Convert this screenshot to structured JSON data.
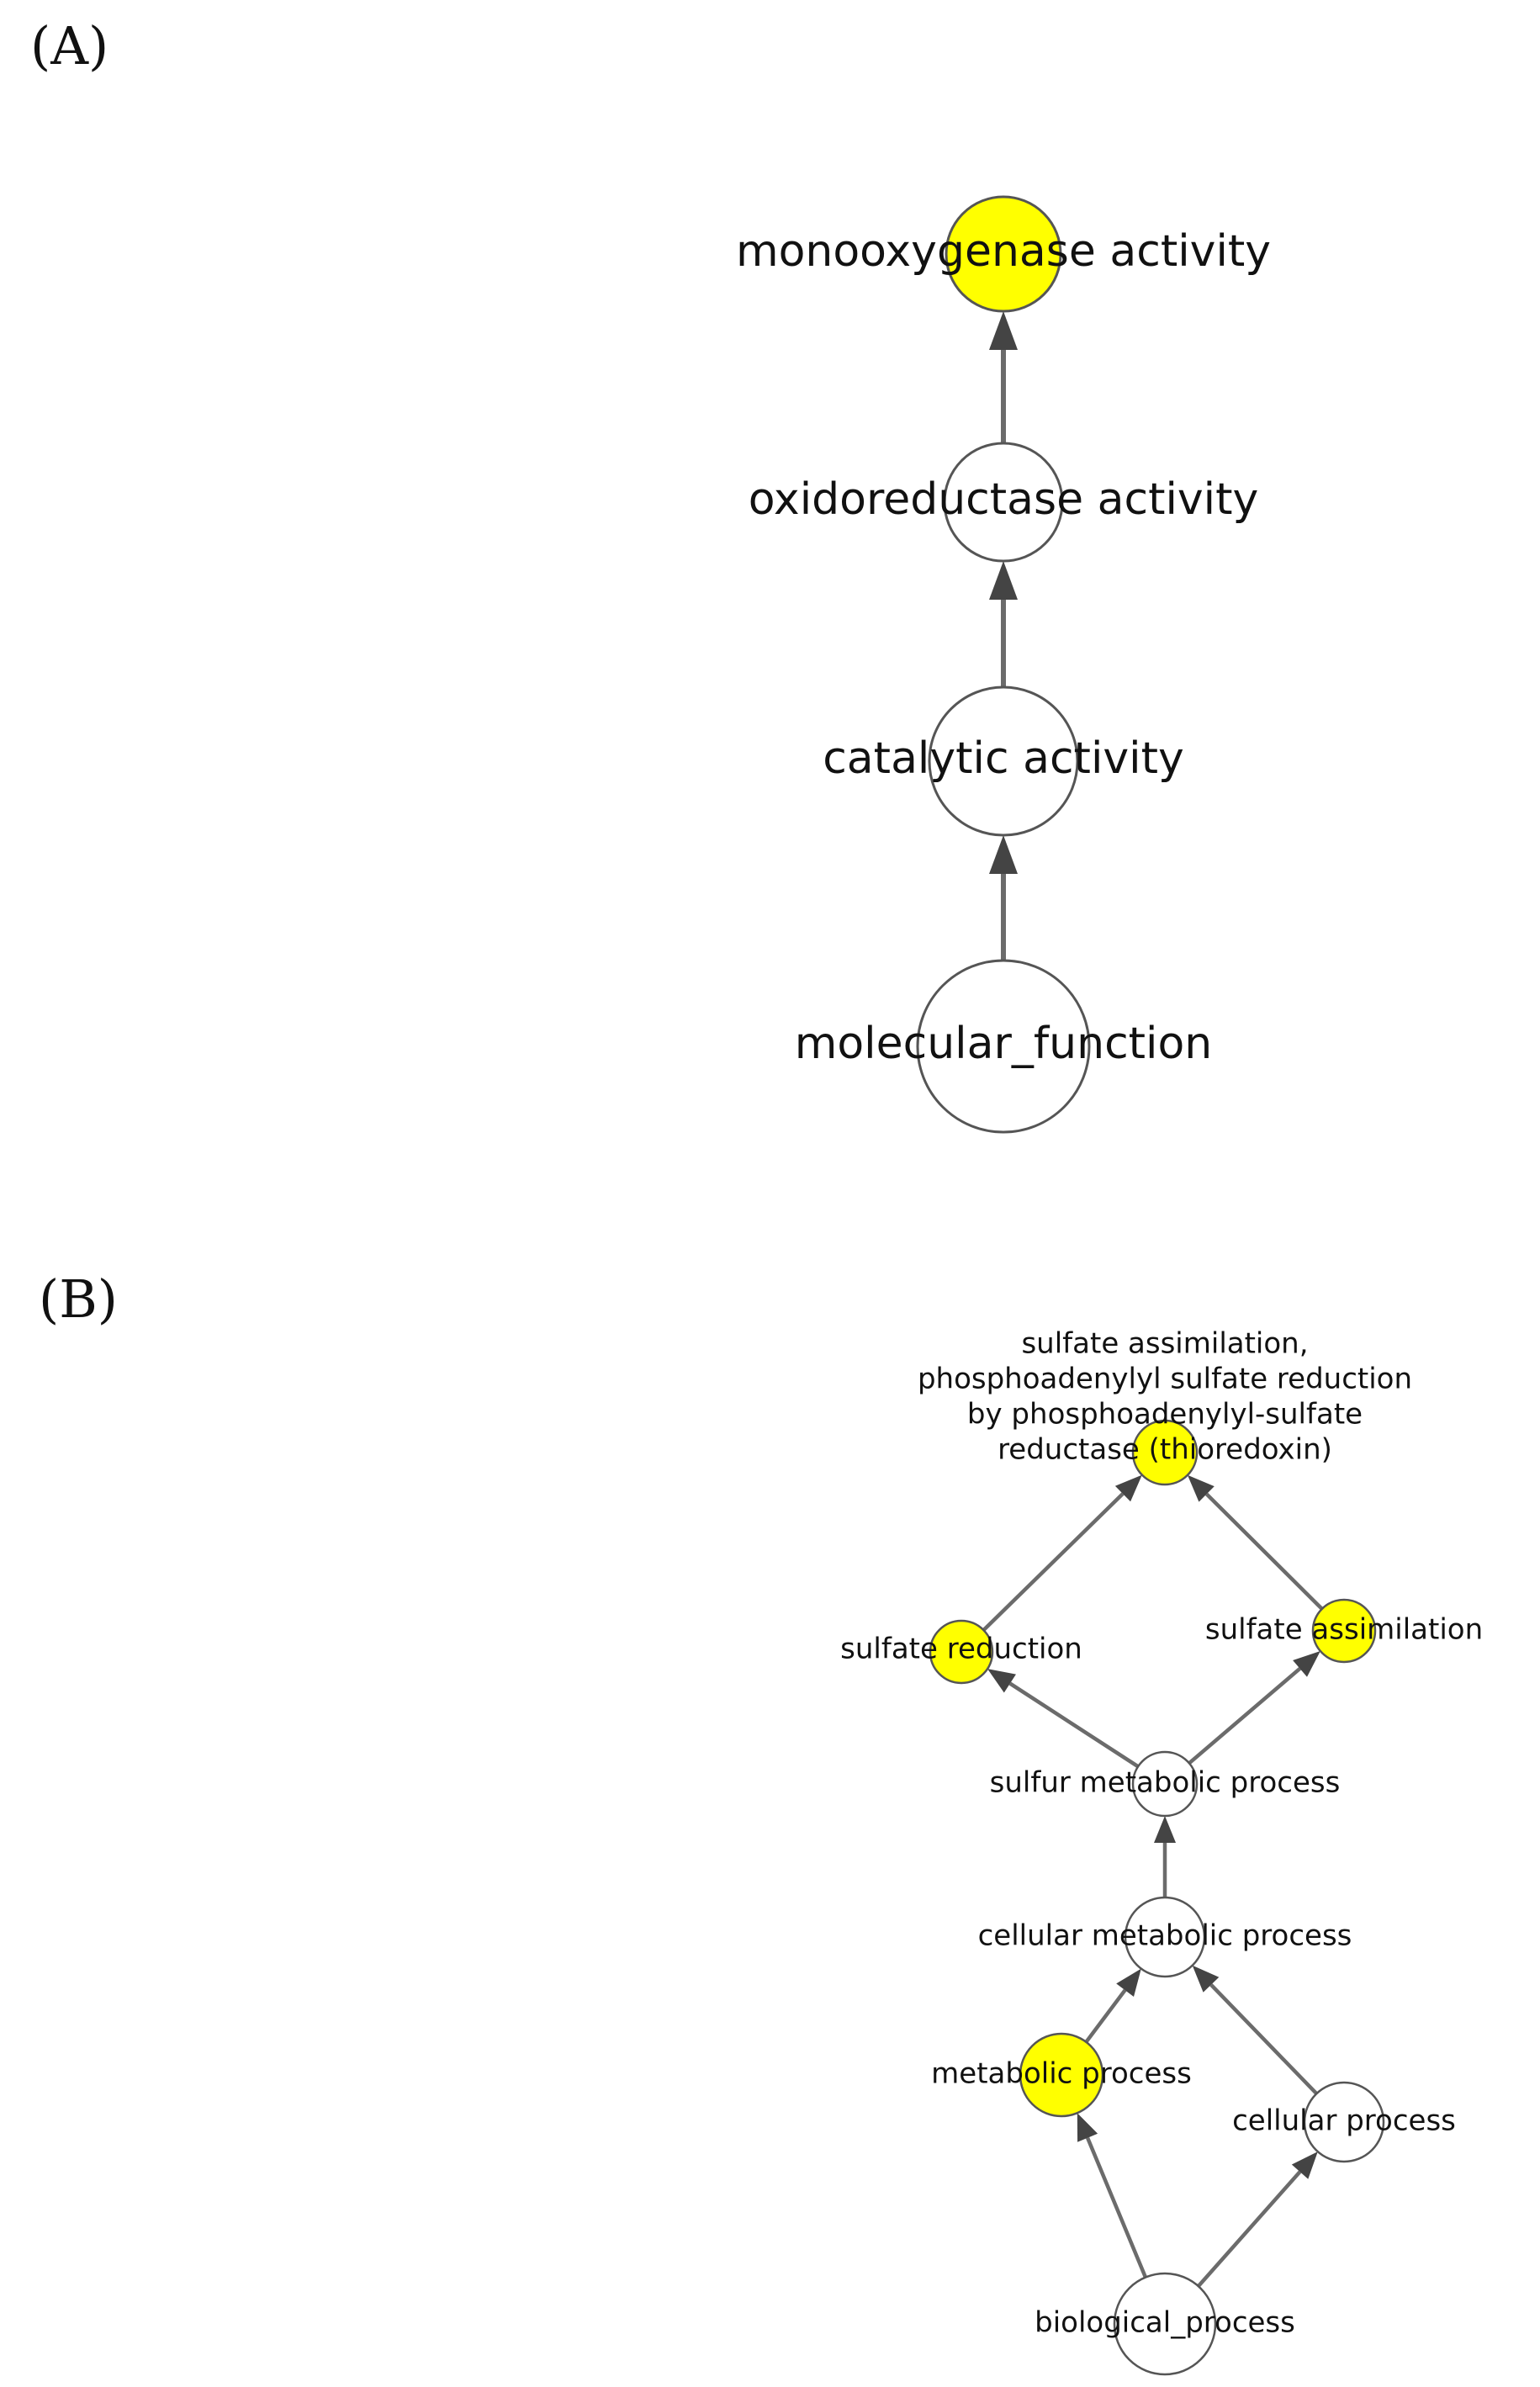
{
  "panels": {
    "a": {
      "label": "(A)",
      "nodes": {
        "monooxygenase": {
          "text": "monooxygenase activity",
          "highlighted": true
        },
        "oxidoreductase": {
          "text": "oxidoreductase activity",
          "highlighted": false
        },
        "catalytic": {
          "text": "catalytic activity",
          "highlighted": false
        },
        "molecular_function": {
          "text": "molecular_function",
          "highlighted": false
        }
      },
      "edges": [
        {
          "from": "oxidoreductase",
          "to": "monooxygenase"
        },
        {
          "from": "catalytic",
          "to": "oxidoreductase"
        },
        {
          "from": "molecular_function",
          "to": "catalytic"
        }
      ]
    },
    "b": {
      "label": "(B)",
      "nodes": {
        "sulfate_assim_papr": {
          "lines": [
            "sulfate assimilation,",
            "phosphoadenylyl sulfate reduction",
            "by phosphoadenylyl-sulfate",
            "reductase (thioredoxin)"
          ],
          "highlighted": true
        },
        "sulfate_reduction": {
          "text": "sulfate reduction",
          "highlighted": true
        },
        "sulfate_assimilation": {
          "text": "sulfate assimilation",
          "highlighted": true
        },
        "sulfur_metabolic": {
          "text": "sulfur metabolic process",
          "highlighted": false
        },
        "cellular_metabolic": {
          "text": "cellular metabolic process",
          "highlighted": false
        },
        "metabolic_process": {
          "text": "metabolic process",
          "highlighted": true
        },
        "cellular_process": {
          "text": "cellular process",
          "highlighted": false
        },
        "biological_process": {
          "text": "biological_process",
          "highlighted": false
        }
      },
      "edges": [
        {
          "from": "sulfate_reduction",
          "to": "sulfate_assim_papr"
        },
        {
          "from": "sulfate_assimilation",
          "to": "sulfate_assim_papr"
        },
        {
          "from": "sulfur_metabolic",
          "to": "sulfate_reduction"
        },
        {
          "from": "sulfur_metabolic",
          "to": "sulfate_assimilation"
        },
        {
          "from": "cellular_metabolic",
          "to": "sulfur_metabolic"
        },
        {
          "from": "metabolic_process",
          "to": "cellular_metabolic"
        },
        {
          "from": "cellular_process",
          "to": "cellular_metabolic"
        },
        {
          "from": "biological_process",
          "to": "metabolic_process"
        },
        {
          "from": "biological_process",
          "to": "cellular_process"
        }
      ]
    }
  },
  "colors": {
    "highlight": "#ffff00",
    "default_fill": "#ffffff",
    "node_stroke": "#555555",
    "edge": "#6b6b6b",
    "arrowhead": "#444444"
  }
}
